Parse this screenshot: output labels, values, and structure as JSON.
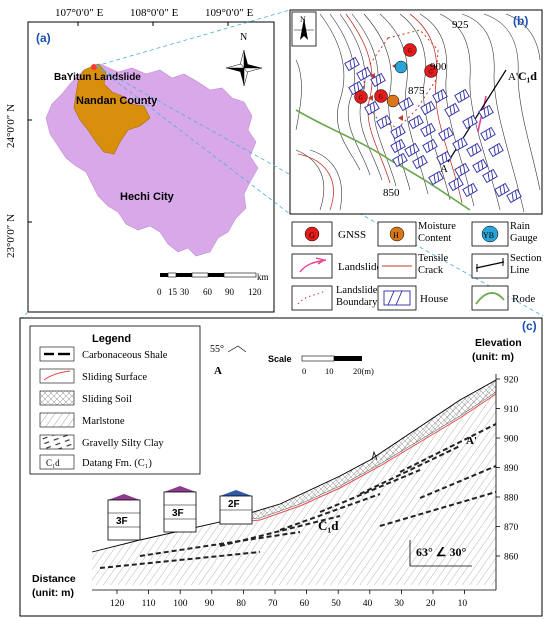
{
  "panel_a": {
    "label": "(a)",
    "coords_top": [
      "107°0′0″ E",
      "108°0′0″ E",
      "109°0′0″ E"
    ],
    "coords_left": [
      "24°0′0″ N",
      "23°0′0″ N"
    ],
    "landslide_label": "BaYitun Landslide",
    "county_label": "Nandan County",
    "city_label": "Hechi City",
    "north": "N",
    "scale_unit": "km",
    "scale_ticks": [
      "0",
      "15",
      "30",
      "60",
      "90",
      "120"
    ],
    "colors": {
      "city": "#d9a8e8",
      "county": "#d8900c"
    }
  },
  "panel_b": {
    "label": "(b)",
    "north": "N",
    "contours": [
      "925",
      "900",
      "875",
      "850"
    ],
    "markers": {
      "gnss": "G",
      "moisture": "H",
      "rain": "YB"
    },
    "section": {
      "a": "A",
      "a_prime": "A'"
    },
    "strata": "C₁d"
  },
  "legend_b": {
    "items": [
      {
        "icon": "gnss-icon",
        "label": "GNSS"
      },
      {
        "icon": "moisture-icon",
        "label": "Moisture Content"
      },
      {
        "icon": "rain-gauge-icon",
        "label": "Rain Gauge"
      },
      {
        "icon": "landslide-icon",
        "label": "Landslide"
      },
      {
        "icon": "tensile-crack-icon",
        "label": "Tensile Crack"
      },
      {
        "icon": "section-line-icon",
        "label": "Section Line"
      },
      {
        "icon": "landslide-boundary-icon",
        "label": "Landslide Boundary"
      },
      {
        "icon": "house-icon",
        "label": "House"
      },
      {
        "icon": "road-icon",
        "label": "Rode"
      }
    ]
  },
  "panel_c": {
    "label": "(c)",
    "legend_title": "Legend",
    "legend_items": [
      {
        "icon": "carbonaceous-shale-icon",
        "label": "Carbonaceous Shale"
      },
      {
        "icon": "sliding-surface-icon",
        "label": "Sliding Surface"
      },
      {
        "icon": "sliding-soil-icon",
        "label": "Sliding Soil"
      },
      {
        "icon": "marlstone-icon",
        "label": "Marlstone"
      },
      {
        "icon": "gravelly-silty-clay-icon",
        "label": "Gravelly Silty Clay"
      },
      {
        "icon": "datang-fm-icon",
        "symbol": "C₁d",
        "label": "Datang Fm. (C₁)"
      }
    ],
    "dip_angle": "55°",
    "section_a": "A",
    "section_a_prime": "A'",
    "scale_label": "Scale",
    "scale_ticks": [
      "0",
      "10",
      "20(m)"
    ],
    "elevation_label": "Elevation",
    "elevation_unit": "(unit: m)",
    "elevation_ticks": [
      "920",
      "910",
      "900",
      "890",
      "880",
      "870",
      "860"
    ],
    "distance_label": "Distance",
    "distance_unit": "(unit: m)",
    "distance_ticks": [
      "120",
      "110",
      "100",
      "90",
      "80",
      "70",
      "60",
      "50",
      "40",
      "30",
      "20",
      "10"
    ],
    "houses": [
      "3F",
      "3F",
      "2F"
    ],
    "strata_label": "C₁d",
    "attitude": "63° ∠ 30°"
  }
}
